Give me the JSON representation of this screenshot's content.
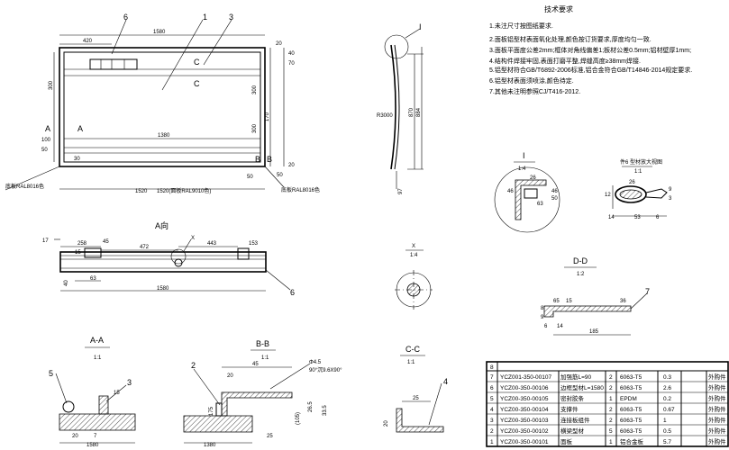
{
  "front_view": {
    "dims": {
      "top_total": "1580",
      "top_left": "420",
      "inner": "1380",
      "bottom_total": "1520",
      "left_a": "300",
      "left_b": "100",
      "left_c": "50",
      "right_20": "20",
      "right_40": "40",
      "right_300a": "300",
      "right_300b": "300",
      "right_170": "170",
      "right_20b": "20",
      "right_70": "70",
      "right_50": "50",
      "bottom_30": "30",
      "bottom_50": "50"
    },
    "balloons": {
      "b6": "6",
      "b1": "1",
      "b3": "3"
    },
    "section_marks": {
      "a_left": "A",
      "a_right": "A",
      "c_top": "C",
      "c_bottom": "C",
      "b_left": "B",
      "b_right": "B"
    },
    "paint_left": "底板RAL8016色",
    "paint_bottom": "1520(面板RAL9010色)",
    "paint_right": "底板RAL8016色"
  },
  "side_view": {
    "balloon": "I",
    "dims": {
      "d_r": "R3000",
      "d_870": "870",
      "d_884": "884",
      "d_97": "97"
    }
  },
  "notes": {
    "title": "技术要求",
    "items": [
      "1.未注尺寸按图纸要求.",
      "2.面板铝型材表面氧化处理,颜色按订货要求,厚度均匀一致.",
      "3.面板平面度公差2mm;框体对角线偏差1;板材公差0.5mm;铝材壁厚1mm;",
      "4.结构件焊接牢固,表面打磨平整,焊缝高度≥38mm焊接.",
      "5.铝型材符合GB/T6892-2006标准,铝合金符合GB/T14846-2014规定要求.",
      "6.铝型材表面须喷涂,颜色待定.",
      "7.其他未注明参照CJ/T416-2012."
    ]
  },
  "detail_i": {
    "label": "I",
    "scale": "1:4",
    "dims": {
      "d26": "26",
      "d46": "46",
      "d63": "63",
      "d50": "50",
      "d46b": "46"
    }
  },
  "detail_6": {
    "label": "件6 型材放大视图",
    "scale": "1:1",
    "dims": {
      "d26": "26",
      "d12": "12",
      "d14": "14",
      "d53": "53",
      "d9": "9",
      "d3": "3",
      "d6": "6"
    }
  },
  "top_view": {
    "label": "A向",
    "dims": {
      "d17": "17",
      "d258": "258",
      "d15": "15",
      "d45": "45",
      "d472": "472",
      "d443": "443",
      "d153": "153",
      "d1580": "1580",
      "d63": "63",
      "d40": "40"
    },
    "balloons": {
      "x": "X",
      "b6": "6"
    }
  },
  "detail_x": {
    "label": "X",
    "scale": "1:4"
  },
  "section_dd": {
    "label": "D-D",
    "scale": "1:2",
    "dims": {
      "d8": "8",
      "d9": "9",
      "d65": "65",
      "d15": "15",
      "d36": "36",
      "d14": "14",
      "d185": "185",
      "d6": "6"
    },
    "balloon": "7"
  },
  "section_aa": {
    "label": "A-A",
    "scale": "1:1",
    "balloons": {
      "b5": "5",
      "b3": "3"
    },
    "dims": {
      "d15": "15",
      "d20": "20",
      "d1580": "1580",
      "d7": "7"
    }
  },
  "section_bb": {
    "label": "B-B",
    "scale": "1:1",
    "balloon": "2",
    "dims": {
      "d45": "45",
      "d20": "20",
      "d175": "175",
      "d1380": "1380",
      "d25": "25",
      "d105": "(105)",
      "d265": "26.5",
      "d335": "33.5"
    },
    "hole": "Φ4.5",
    "chamfer": "90°沉9.6X90°"
  },
  "section_cc": {
    "label": "C-C",
    "scale": "1:1",
    "balloon": "4",
    "dims": {
      "d25": "25",
      "d20": "20"
    }
  },
  "bom": {
    "header_no": "8",
    "rows": [
      {
        "no": "7",
        "code": "YCZ001-350-00107",
        "name": "加强筋L=90",
        "qty": "2",
        "mat": "6063-T5",
        "wt": "0.3",
        "rem": "外购件"
      },
      {
        "no": "6",
        "code": "YCZ00-350-00106",
        "name": "边框型材L=1580",
        "qty": "2",
        "mat": "6063-T5",
        "wt": "2.6",
        "rem": "外购件"
      },
      {
        "no": "5",
        "code": "YCZ00-350-00105",
        "name": "密封胶条",
        "qty": "1",
        "mat": "EPDM",
        "wt": "0.2",
        "rem": "外购件"
      },
      {
        "no": "4",
        "code": "YCZ00-350-00104",
        "name": "支撑件",
        "qty": "2",
        "mat": "6063-T5",
        "wt": "0.67",
        "rem": "外购件"
      },
      {
        "no": "3",
        "code": "YCZ00-350-00103",
        "name": "连接板组件",
        "qty": "2",
        "mat": "6063-T5",
        "wt": "1",
        "rem": "外购件"
      },
      {
        "no": "2",
        "code": "YCZ00-350-00102",
        "name": "横梁型材",
        "qty": "5",
        "mat": "6063-T5",
        "wt": "0.5",
        "rem": "外购件"
      },
      {
        "no": "1",
        "code": "YCZ00-350-00101",
        "name": "面板",
        "qty": "1",
        "mat": "铝合金板",
        "wt": "5.7",
        "rem": "外购件"
      }
    ]
  }
}
